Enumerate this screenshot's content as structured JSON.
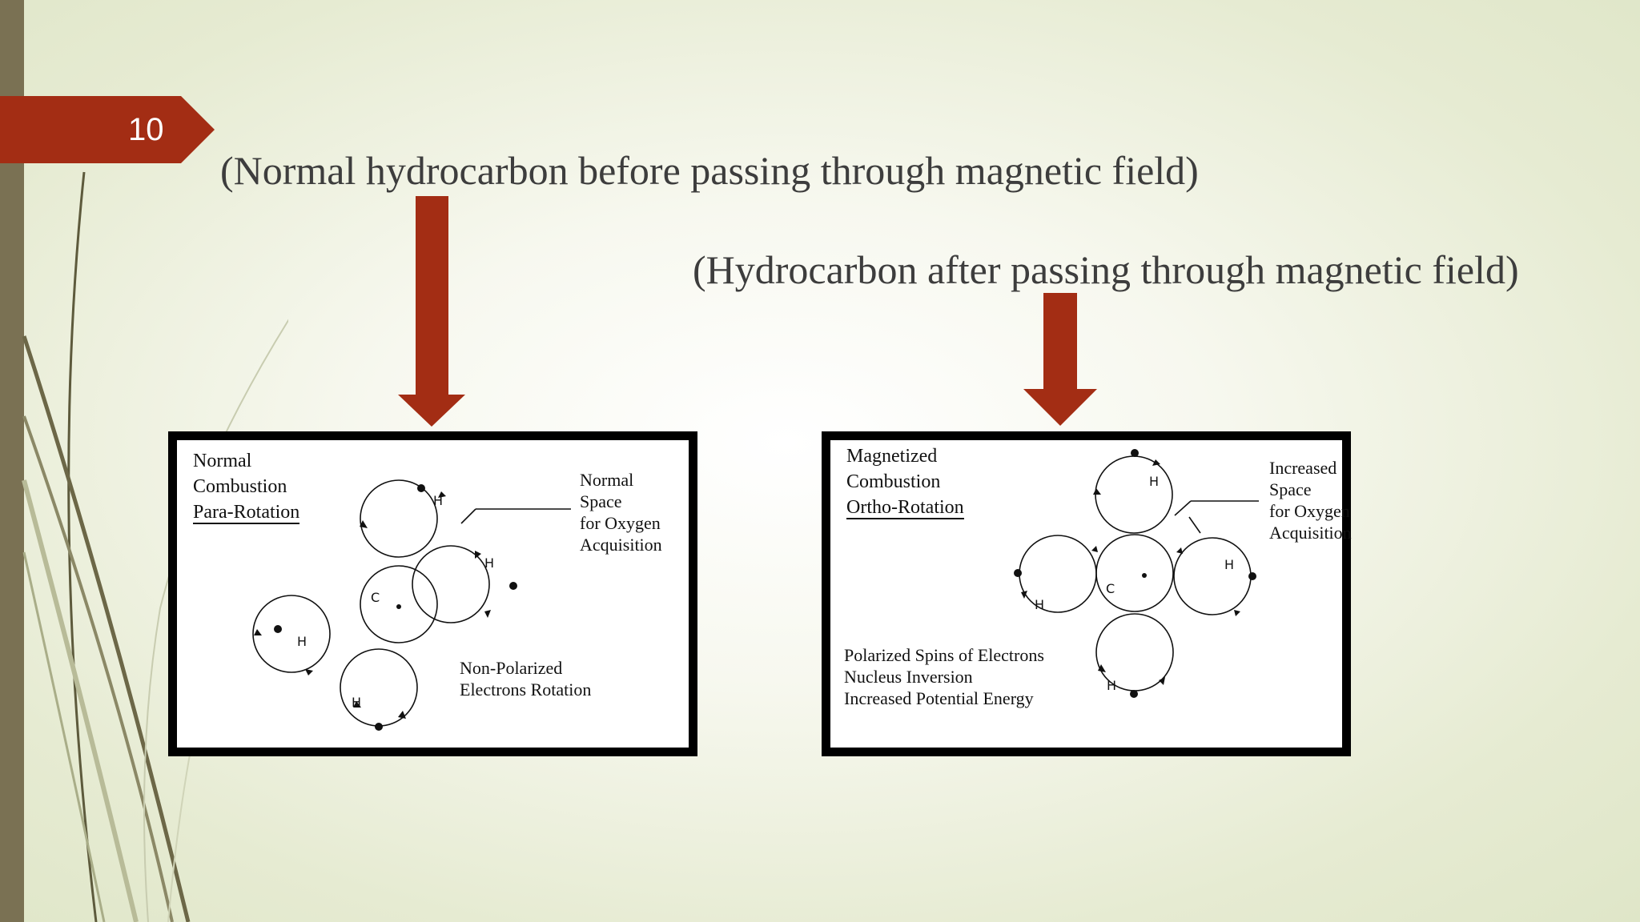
{
  "slide": {
    "number": "10"
  },
  "captions": {
    "before": "(Normal hydrocarbon before passing through magnetic field)",
    "after": "(Hydrocarbon after passing through magnetic field)"
  },
  "colors": {
    "accent": "#a32d14",
    "sidebar": "#7a7153",
    "frame": "#000000"
  },
  "left_panel": {
    "title_lines": [
      "Normal",
      "Combustion"
    ],
    "subtitle": "Para-Rotation",
    "space_label_lines": [
      "Normal",
      "Space",
      "for Oxygen",
      "Acquisition"
    ],
    "rotation_label_lines": [
      "Non-Polarized",
      "Electrons Rotation"
    ],
    "atoms": {
      "carbon": "C",
      "hydrogen": "H"
    }
  },
  "right_panel": {
    "title_lines": [
      "Magnetized",
      "Combustion"
    ],
    "subtitle": "Ortho-Rotation",
    "space_label_lines": [
      "Increased",
      "Space",
      "for Oxygen",
      "Acquisition"
    ],
    "effect_label_lines": [
      "Polarized Spins of Electrons",
      "Nucleus Inversion",
      "Increased Potential Energy"
    ],
    "atoms": {
      "carbon": "C",
      "hydrogen": "H"
    }
  }
}
